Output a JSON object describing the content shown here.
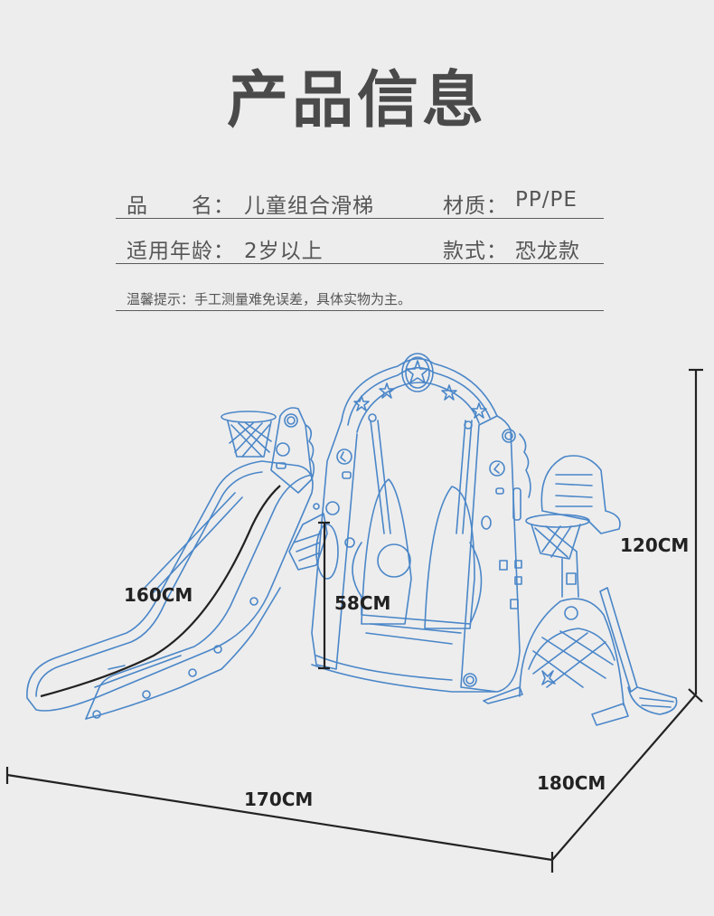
{
  "header": {
    "title": "产品信息"
  },
  "specs": {
    "name_label": "品　　名：",
    "name_value": "儿童组合滑梯",
    "material_label": "材质：",
    "material_value": "PP/PE",
    "age_label": "适用年龄：",
    "age_value": "2岁以上",
    "style_label": "款式：",
    "style_value": "恐龙款"
  },
  "note": "温馨提示：手工测量难免误差，具体实物为主。",
  "dimensions": {
    "slide_length": "160CM",
    "slide_height": "58CM",
    "total_height": "120CM",
    "width": "170CM",
    "depth": "180CM"
  },
  "colors": {
    "background": "#ededed",
    "line_art": "#4a86c8",
    "dimension_line": "#222222",
    "text": "#4a4a4a"
  }
}
